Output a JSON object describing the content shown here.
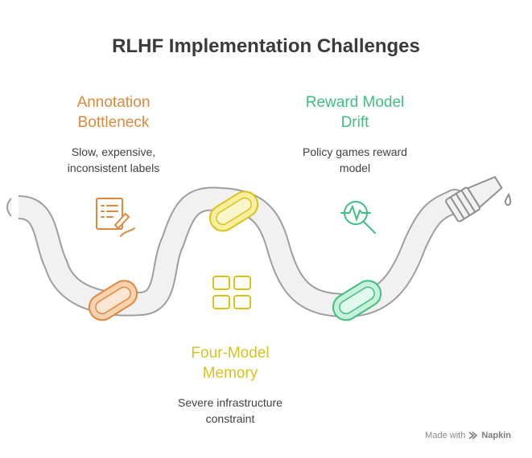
{
  "title": "RLHF Implementation Challenges",
  "challenges": [
    {
      "title_lines": [
        "Annotation",
        "Bottleneck"
      ],
      "desc_lines": [
        "Slow, expensive,",
        "inconsistent labels"
      ],
      "color": "#e0883c",
      "icon": "annotation-document-icon"
    },
    {
      "title_lines": [
        "Reward Model",
        "Drift"
      ],
      "desc_lines": [
        "Policy games reward",
        "model"
      ],
      "color": "#3fbf82",
      "icon": "pulse-magnifier-icon"
    },
    {
      "title_lines": [
        "Four-Model",
        "Memory"
      ],
      "desc_lines": [
        "Severe infrastructure",
        "constraint"
      ],
      "color": "#d9c21f",
      "icon": "grid-memory-icon"
    }
  ],
  "footer": {
    "made_with": "Made with",
    "brand": "Napkin"
  }
}
